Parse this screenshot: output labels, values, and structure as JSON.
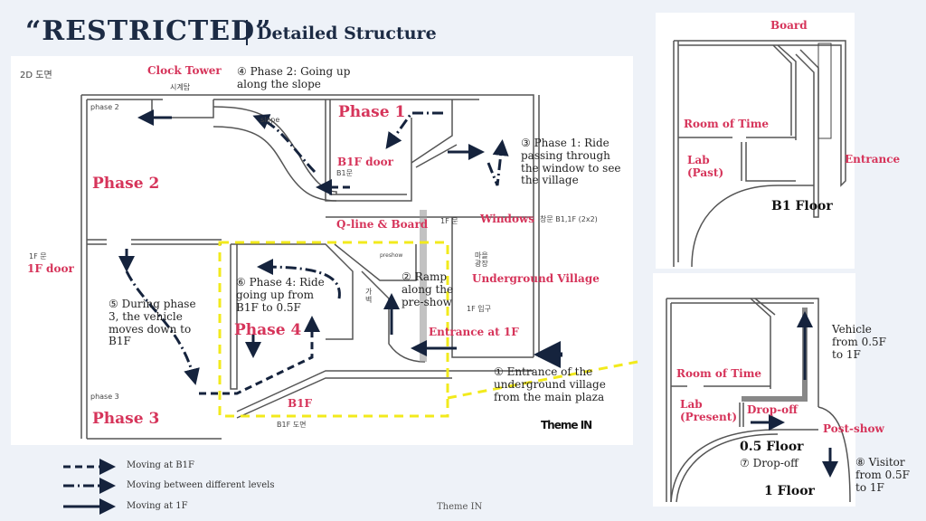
{
  "header": {
    "title": "“RESTRICTED”",
    "subtitle": "Detailed Structure"
  },
  "main_plan": {
    "handwritten": {
      "plan_label": "2D 도면",
      "phase2_small": "phase 2",
      "phase3_small": "phase 3",
      "b1f_plan": "B1F 도면",
      "door_1f": "1F 문",
      "preshow": "preshow",
      "b1f_door_small": "B1문",
      "clock_small": "시계탑",
      "slope_small": "slope",
      "stair_small": "1F 문",
      "village_small": "마을 광장",
      "windows_small": "창문 B1,1F (2x2)",
      "wall_small": "가 벽",
      "entrance_small": "1F 입구"
    },
    "zones": {
      "clock_tower": "Clock Tower",
      "phase1": "Phase 1",
      "b1f_door": "B1F door",
      "phase2": "Phase 2",
      "qline": "Q-line & Board",
      "windows": "Windows",
      "village": "Underground Village",
      "entrance_1f": "Entrance at 1F",
      "phase4": "Phase 4",
      "door_1f": "1F door",
      "b1f": "B1F",
      "phase3": "Phase 3"
    },
    "notes": {
      "n4": [
        "④ Phase 2: Going up",
        "along the slope"
      ],
      "n3": [
        "③ Phase 1: Ride",
        "passing through",
        "the window to see",
        "the village"
      ],
      "n2": [
        "② Ramp",
        "along the",
        "pre-show"
      ],
      "n6": [
        "⑥ Phase 4: Ride",
        "going up from",
        "B1F to 0.5F"
      ],
      "n5": [
        "⑤ During phase",
        "3, the vehicle",
        "moves down to",
        "B1F"
      ],
      "n1": [
        "① Entrance of the",
        "underground village",
        "from the main plaza"
      ]
    },
    "logo": "Theme IN"
  },
  "b1_plan": {
    "board": "Board",
    "room_of_time": "Room of Time",
    "lab_past": [
      "Lab",
      "(Past)"
    ],
    "entrance": "Entrance",
    "floor": "B1 Floor"
  },
  "half_plan": {
    "room_of_time": "Room of Time",
    "lab_present": [
      "Lab",
      "(Present)"
    ],
    "dropoff": "Drop-off",
    "postshow": "Post-show",
    "floor_05": "0.5 Floor",
    "dropoff_note": "⑦ Drop-off",
    "floor_1": "1 Floor",
    "vehicle_note": [
      "Vehicle",
      "from 0.5F",
      "to 1F"
    ],
    "visitor_note": [
      "⑧ Visitor",
      "from 0.5F",
      "to 1F"
    ]
  },
  "legend": [
    {
      "style": "dashed",
      "label": "Moving at B1F"
    },
    {
      "style": "dash-dot",
      "label": "Moving between different levels"
    },
    {
      "style": "solid",
      "label": "Moving at 1F"
    }
  ],
  "footer": "Theme IN",
  "colors": {
    "zone": "#d6345a",
    "arrow": "#15233d",
    "highlight": "#f2ea1c",
    "background": "#eef2f8"
  }
}
